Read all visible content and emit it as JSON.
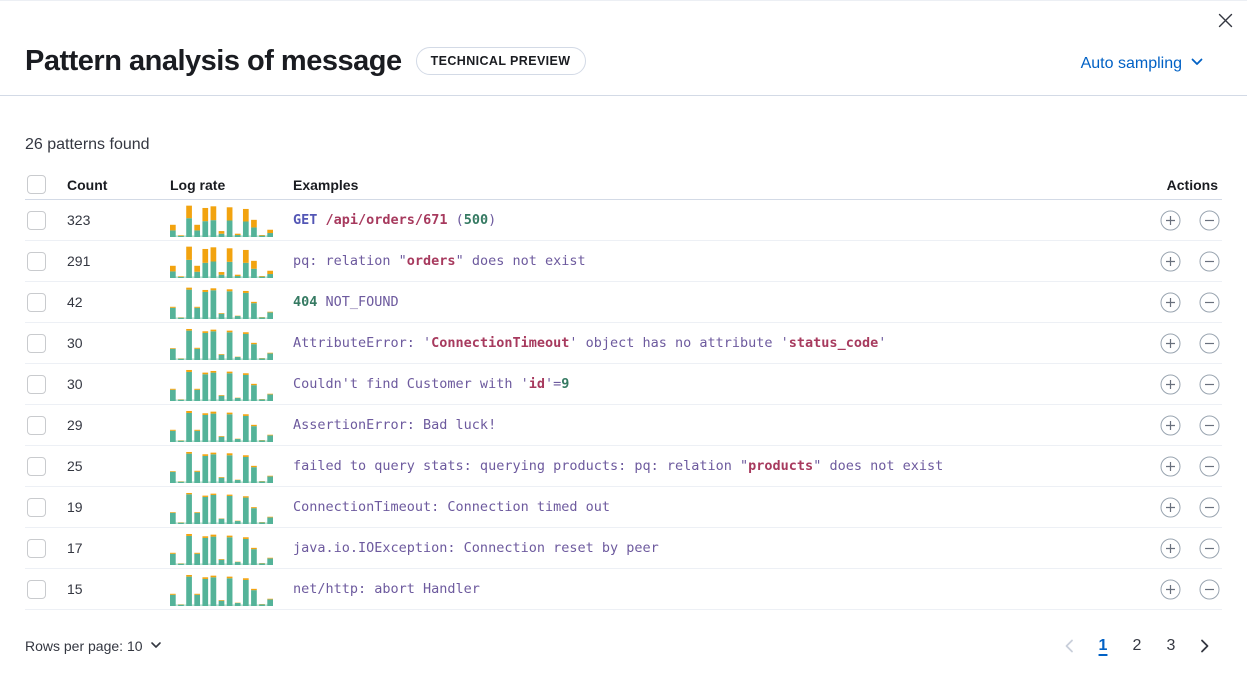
{
  "header": {
    "title": "Pattern analysis of message",
    "badge": "TECHNICAL PREVIEW",
    "sampling_label": "Auto sampling"
  },
  "summary": "26 patterns found",
  "colors": {
    "accent_blue": "#0161c5",
    "bar_green": "#54b399",
    "bar_orange": "#f2a30f",
    "baseline_green": "#b9e2d2",
    "token_purple": "#6d5a9e",
    "token_crimson": "#a73a5e",
    "token_green": "#357a62",
    "token_indigo": "#5356b5"
  },
  "table": {
    "columns": {
      "count": "Count",
      "log_rate": "Log rate",
      "examples": "Examples",
      "actions": "Actions"
    },
    "rows": [
      {
        "count": "323",
        "sparkline": {
          "green": [
            20,
            3,
            57,
            20,
            48,
            51,
            10,
            50,
            6,
            47,
            29,
            4,
            12
          ],
          "orange": [
            17,
            2,
            38,
            17,
            40,
            42,
            8,
            40,
            4,
            38,
            23,
            2,
            10
          ]
        },
        "tokens": [
          [
            "GET",
            "indigo"
          ],
          [
            " ",
            "purple"
          ],
          [
            "/api/orders/671",
            "crimson"
          ],
          [
            " (",
            "purple"
          ],
          [
            "500",
            "green"
          ],
          [
            ")",
            "purple"
          ]
        ]
      },
      {
        "count": "291",
        "sparkline": {
          "green": [
            20,
            3,
            55,
            19,
            46,
            50,
            10,
            49,
            6,
            46,
            28,
            4,
            12
          ],
          "orange": [
            17,
            2,
            40,
            18,
            42,
            43,
            8,
            41,
            4,
            39,
            24,
            2,
            10
          ]
        },
        "tokens": [
          [
            "pq: relation \"",
            "purple"
          ],
          [
            "orders",
            "crimson"
          ],
          [
            "\" does not exist",
            "purple"
          ]
        ]
      },
      {
        "count": "42",
        "sparkline": {
          "green": [
            34,
            4,
            89,
            34,
            82,
            87,
            16,
            84,
            9,
            79,
            48,
            5,
            20
          ],
          "orange": [
            3,
            1,
            6,
            3,
            6,
            6,
            2,
            6,
            1,
            6,
            4,
            1,
            2
          ]
        },
        "tokens": [
          [
            "404",
            "green"
          ],
          [
            " NOT_FOUND",
            "purple"
          ]
        ]
      },
      {
        "count": "30",
        "sparkline": {
          "green": [
            34,
            4,
            89,
            34,
            82,
            87,
            16,
            84,
            9,
            79,
            48,
            5,
            20
          ],
          "orange": [
            2,
            1,
            5,
            3,
            5,
            5,
            2,
            5,
            1,
            5,
            4,
            1,
            2
          ]
        },
        "tokens": [
          [
            "AttributeError: '",
            "purple"
          ],
          [
            "ConnectionTimeout",
            "crimson"
          ],
          [
            "' object has no attribute '",
            "purple"
          ],
          [
            "status_code",
            "crimson"
          ],
          [
            "'",
            "purple"
          ]
        ]
      },
      {
        "count": "30",
        "sparkline": {
          "green": [
            34,
            4,
            88,
            34,
            81,
            86,
            16,
            84,
            9,
            79,
            48,
            5,
            20
          ],
          "orange": [
            3,
            1,
            6,
            3,
            5,
            5,
            2,
            5,
            1,
            5,
            4,
            1,
            2
          ]
        },
        "tokens": [
          [
            "Couldn't find Customer with '",
            "purple"
          ],
          [
            "id",
            "crimson"
          ],
          [
            "'=",
            "purple"
          ],
          [
            "9",
            "green"
          ]
        ]
      },
      {
        "count": "29",
        "sparkline": {
          "green": [
            34,
            4,
            88,
            34,
            82,
            86,
            16,
            84,
            9,
            79,
            48,
            5,
            20
          ],
          "orange": [
            3,
            1,
            6,
            3,
            5,
            6,
            2,
            5,
            1,
            5,
            4,
            1,
            2
          ]
        },
        "tokens": [
          [
            "AssertionError: Bad luck!",
            "purple"
          ]
        ]
      },
      {
        "count": "25",
        "sparkline": {
          "green": [
            34,
            4,
            89,
            34,
            82,
            87,
            16,
            84,
            9,
            79,
            48,
            5,
            20
          ],
          "orange": [
            2,
            1,
            5,
            3,
            5,
            5,
            2,
            6,
            1,
            5,
            4,
            1,
            2
          ]
        },
        "tokens": [
          [
            "failed to query stats: querying products: pq: relation \"",
            "purple"
          ],
          [
            "products",
            "crimson"
          ],
          [
            "\" does not exist",
            "purple"
          ]
        ]
      },
      {
        "count": "19",
        "sparkline": {
          "green": [
            34,
            4,
            90,
            34,
            82,
            88,
            16,
            85,
            9,
            80,
            48,
            5,
            20
          ],
          "orange": [
            2,
            1,
            4,
            2,
            4,
            4,
            1,
            4,
            1,
            4,
            3,
            1,
            2
          ]
        },
        "tokens": [
          [
            "ConnectionTimeout: Connection timed out",
            "purple"
          ]
        ]
      },
      {
        "count": "17",
        "sparkline": {
          "green": [
            34,
            4,
            88,
            34,
            82,
            86,
            16,
            84,
            9,
            79,
            48,
            5,
            20
          ],
          "orange": [
            3,
            1,
            6,
            3,
            5,
            6,
            2,
            5,
            1,
            5,
            4,
            1,
            2
          ]
        },
        "tokens": [
          [
            "java.io.IOException: Connection reset by peer",
            "purple"
          ]
        ]
      },
      {
        "count": "15",
        "sparkline": {
          "green": [
            34,
            4,
            89,
            34,
            82,
            87,
            16,
            84,
            9,
            79,
            48,
            5,
            20
          ],
          "orange": [
            3,
            1,
            5,
            3,
            5,
            5,
            2,
            5,
            1,
            5,
            4,
            1,
            2
          ]
        },
        "tokens": [
          [
            "net/http: abort Handler",
            "purple"
          ]
        ]
      }
    ]
  },
  "footer": {
    "rows_per_page_label": "Rows per page: 10",
    "pagination": {
      "prev": "chevron-left",
      "pages": [
        "1",
        "2",
        "3"
      ],
      "active_page": "1",
      "next": "chevron-right"
    }
  }
}
